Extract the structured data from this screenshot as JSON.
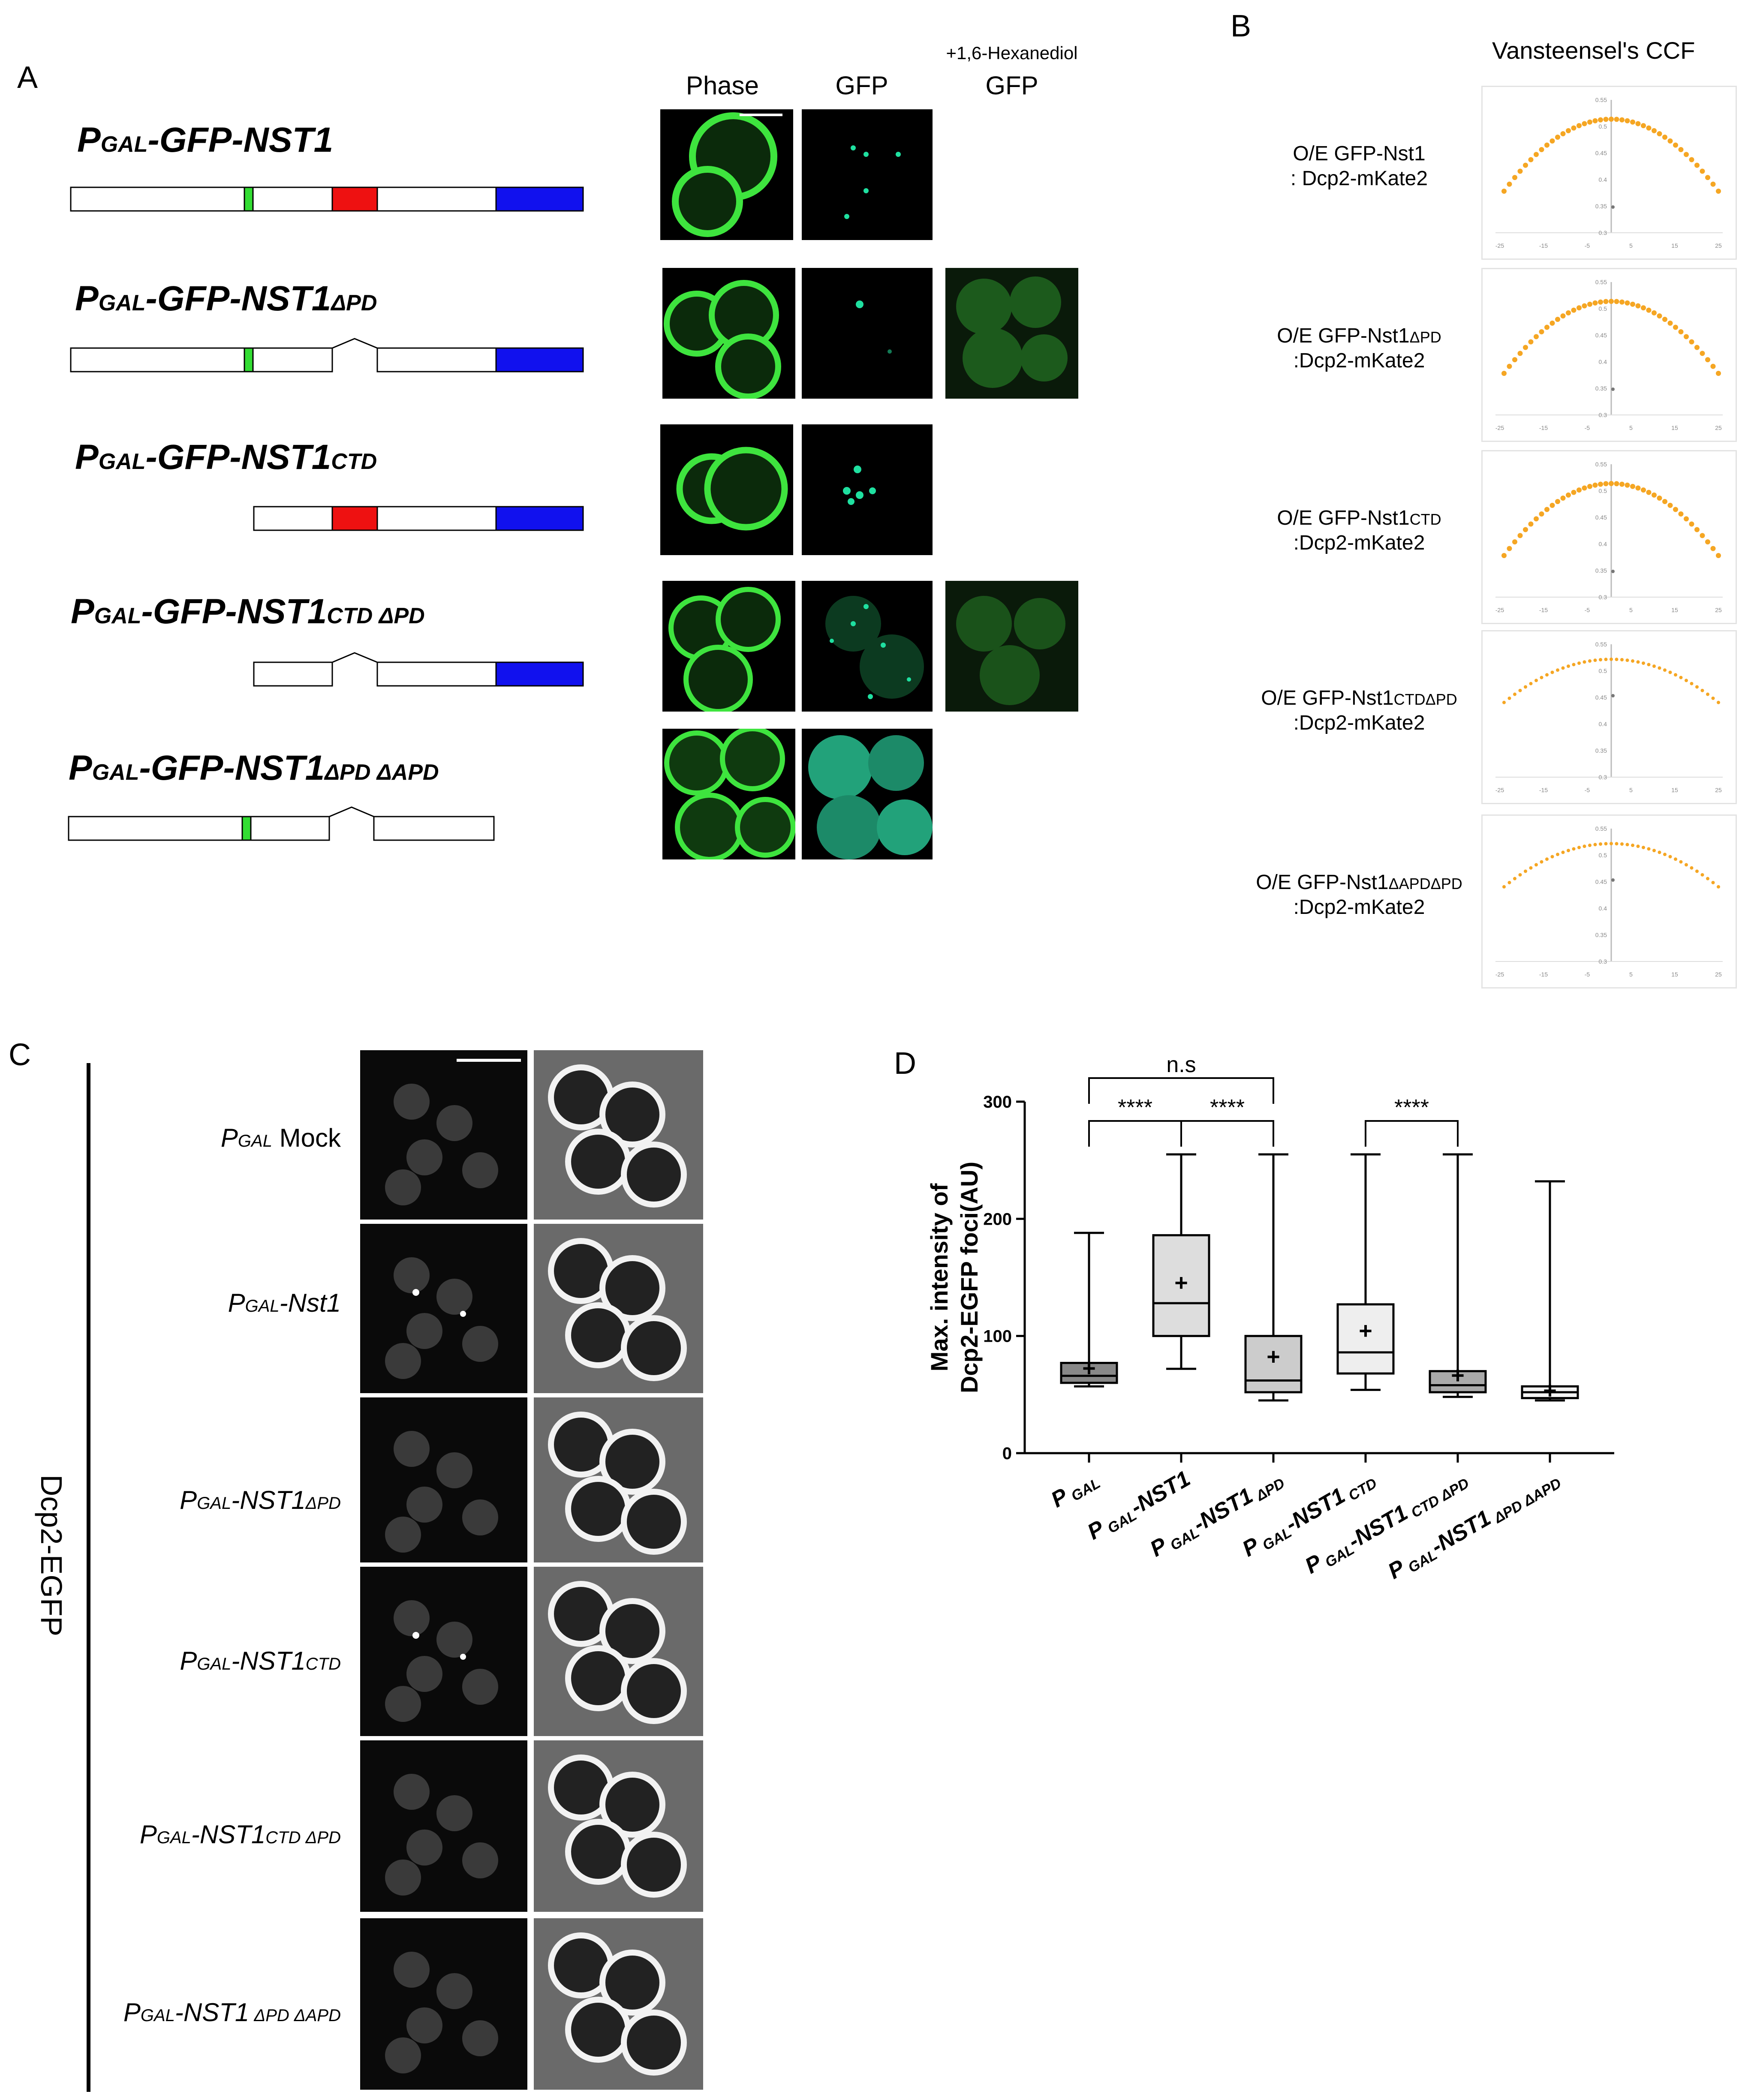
{
  "panel_a": {
    "letter": "A",
    "headers": {
      "phase": "Phase",
      "gfp": "GFP",
      "hexanediol": "+1,6-Hexanediol",
      "gfp2": "GFP"
    },
    "constructs": [
      {
        "main": "P",
        "sub1": "GAL",
        "rest": "-GFP-NST1",
        "sub2": "",
        "hexanediol": false
      },
      {
        "main": "P",
        "sub1": "GAL",
        "rest": "-GFP-NST1",
        "sub2": "ΔPD",
        "hexanediol": true
      },
      {
        "main": "P",
        "sub1": "GAL",
        "rest": "-GFP-NST1",
        "sub2": "CTD",
        "hexanediol": false
      },
      {
        "main": "P",
        "sub1": "GAL",
        "rest": "-GFP-NST1",
        "sub2": "CTD ΔPD",
        "hexanediol": true
      },
      {
        "main": "P",
        "sub1": "GAL",
        "rest": "-GFP-NST1",
        "sub2": "ΔPD ΔAPD",
        "hexanediol": false
      }
    ],
    "domain_colors": {
      "gfp": "#33dd33",
      "pd": "#ee1111",
      "ctd": "#1111ee"
    }
  },
  "panel_b": {
    "letter": "B",
    "title": "Vansteensel's CCF",
    "rows": [
      {
        "line1": "O/E GFP-Nst1",
        "sub": "",
        "line2": ": Dcp2-mKate2",
        "yticks": [
          "0.55",
          "0.5",
          "0.45",
          "0.4",
          "0.35",
          "0.3"
        ]
      },
      {
        "line1": "O/E GFP-Nst1",
        "sub": "ΔPD",
        "line2": ":Dcp2-mKate2",
        "yticks": [
          "0.55",
          "0.5",
          "0.45",
          "0.4",
          "0.35",
          "0.3"
        ]
      },
      {
        "line1": "O/E GFP-Nst1",
        "sub": "CTD",
        "line2": ":Dcp2-mKate2",
        "yticks": [
          "0.55",
          "0.5",
          "0.45",
          "0.4",
          "0.35",
          "0.3"
        ]
      },
      {
        "line1": "O/E GFP-Nst1",
        "sub": "CTDΔPD",
        "line2": ":Dcp2-mKate2",
        "yticks": [
          "0.55",
          "0.5",
          "0.45",
          "0.4",
          "0.35",
          "0.3"
        ]
      },
      {
        "line1": "O/E GFP-Nst1",
        "sub": "ΔAPDΔPD",
        "line2": ":Dcp2-mKate2",
        "yticks": [
          "0.55",
          "0.5",
          "0.45",
          "0.4",
          "0.35",
          "0.3"
        ]
      }
    ],
    "xticks": [
      "-25",
      "-15",
      "-5",
      "5",
      "15",
      "25"
    ],
    "curve_color": "#f5a623"
  },
  "panel_c": {
    "letter": "C",
    "side_label": "Dcp2-EGFP",
    "rows": [
      {
        "main": "P",
        "sub1": "GAL",
        "rest": " Mock",
        "sub2": "",
        "rest_italic": false
      },
      {
        "main": "P",
        "sub1": "GAL",
        "rest": "-Nst1",
        "sub2": "",
        "rest_italic": true
      },
      {
        "main": "P",
        "sub1": "GAL",
        "rest": "-NST1",
        "sub2": "ΔPD",
        "rest_italic": true
      },
      {
        "main": "P",
        "sub1": "GAL",
        "rest": "-NST1",
        "sub2": "CTD",
        "rest_italic": true
      },
      {
        "main": "P",
        "sub1": "GAL",
        "rest": "-NST1",
        "sub2": "CTD ΔPD",
        "rest_italic": true
      },
      {
        "main": "P",
        "sub1": "GAL",
        "rest": "-NST1",
        "sub2": " ΔPD ΔAPD",
        "rest_italic": true
      }
    ]
  },
  "panel_d": {
    "letter": "D",
    "sig_labels": {
      "ns": "n.s",
      "stars": "****"
    }
  },
  "chart_data": {
    "type": "box",
    "title": "",
    "ylabel": "Max. intensity of Dcp2-EGFP foci(AU)",
    "ylim": [
      0,
      300
    ],
    "yticks": [
      0,
      100,
      200,
      300
    ],
    "categories": [
      {
        "p": "P",
        "sub": "GAL",
        "rest": "",
        "sub2": ""
      },
      {
        "p": "P",
        "sub": "GAL",
        "rest": "-NST1",
        "sub2": ""
      },
      {
        "p": "P",
        "sub": "GAL",
        "rest": "-NST1",
        "sub2": "ΔPD"
      },
      {
        "p": "P",
        "sub": "GAL",
        "rest": "-NST1",
        "sub2": "CTD"
      },
      {
        "p": "P",
        "sub": "GAL",
        "rest": "-NST1",
        "sub2": "CTD ΔPD"
      },
      {
        "p": "P",
        "sub": "GAL",
        "rest": "-NST1",
        "sub2": "ΔPD ΔAPD"
      }
    ],
    "boxes": [
      {
        "min": 57,
        "q1": 60,
        "median": 66,
        "q3": 77,
        "max": 188,
        "mean": 72,
        "fill": "#888888"
      },
      {
        "min": 72,
        "q1": 100,
        "median": 128,
        "q3": 186,
        "max": 255,
        "mean": 145,
        "fill": "#dddddd"
      },
      {
        "min": 45,
        "q1": 52,
        "median": 62,
        "q3": 100,
        "max": 255,
        "mean": 82,
        "fill": "#cccccc"
      },
      {
        "min": 54,
        "q1": 68,
        "median": 86,
        "q3": 127,
        "max": 255,
        "mean": 104,
        "fill": "#eeeeee"
      },
      {
        "min": 48,
        "q1": 52,
        "median": 58,
        "q3": 70,
        "max": 255,
        "mean": 66,
        "fill": "#aaaaaa"
      },
      {
        "min": 45,
        "q1": 47,
        "median": 52,
        "q3": 57,
        "max": 232,
        "mean": 53,
        "fill": "#f4f4f4"
      }
    ],
    "comparisons": [
      {
        "from": 0,
        "to": 2,
        "label": "n.s",
        "level": 2
      },
      {
        "from": 0,
        "to": 1,
        "label": "****",
        "level": 1
      },
      {
        "from": 1,
        "to": 2,
        "label": "****",
        "level": 1
      },
      {
        "from": 3,
        "to": 4,
        "label": "****",
        "level": 1
      }
    ]
  }
}
